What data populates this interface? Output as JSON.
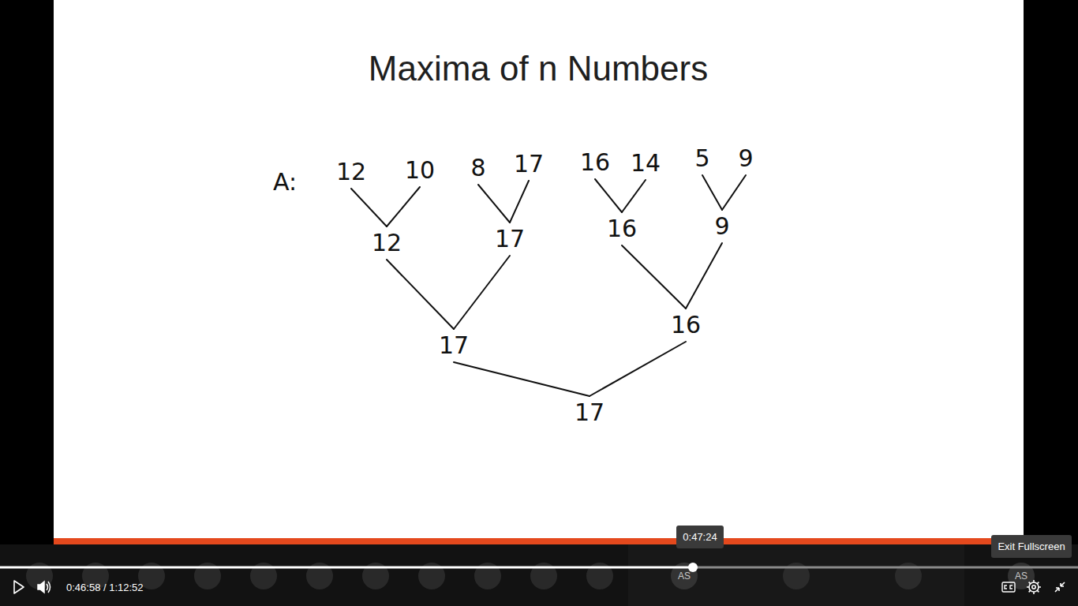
{
  "diagram": {
    "title": "Maxima of n Numbers",
    "nodes": [
      {
        "text": [
          "12"
        ]
      },
      {
        "text": [
          "10"
        ]
      },
      {
        "text": [
          "8"
        ]
      },
      {
        "text": [
          "17"
        ]
      },
      {
        "text": [
          "16"
        ]
      },
      {
        "text": [
          "14"
        ]
      },
      {
        "text": [
          "5"
        ]
      },
      {
        "text": [
          "9"
        ]
      },
      {
        "text": [
          "12"
        ]
      },
      {
        "text": [
          "17"
        ]
      },
      {
        "text": [
          "16"
        ]
      },
      {
        "text": [
          "9"
        ]
      },
      {
        "text": [
          "17"
        ]
      },
      {
        "text": [
          "16"
        ]
      },
      {
        "text": [
          "17"
        ]
      }
    ],
    "edges": [
      {
        "from": 0,
        "to": 8,
        "arrow": "none"
      },
      {
        "from": 1,
        "to": 8,
        "arrow": "none"
      },
      {
        "from": 2,
        "to": 9,
        "arrow": "none"
      },
      {
        "from": 3,
        "to": 9,
        "arrow": "none"
      },
      {
        "from": 4,
        "to": 10,
        "arrow": "none"
      },
      {
        "from": 5,
        "to": 10,
        "arrow": "none"
      },
      {
        "from": 6,
        "to": 11,
        "arrow": "none"
      },
      {
        "from": 7,
        "to": 11,
        "arrow": "none"
      },
      {
        "from": 8,
        "to": 12,
        "arrow": "none"
      },
      {
        "from": 9,
        "to": 12,
        "arrow": "none"
      },
      {
        "from": 10,
        "to": 13,
        "arrow": "none"
      },
      {
        "from": 11,
        "to": 13,
        "arrow": "none"
      },
      {
        "from": 12,
        "to": 14,
        "arrow": "none"
      },
      {
        "from": 13,
        "to": 14,
        "arrow": "none"
      }
    ],
    "labels": [
      "A:",
      "0:47:24",
      "0:46:58 / 1:12:52",
      "Exit Fullscreen",
      "AS",
      "AS"
    ]
  }
}
